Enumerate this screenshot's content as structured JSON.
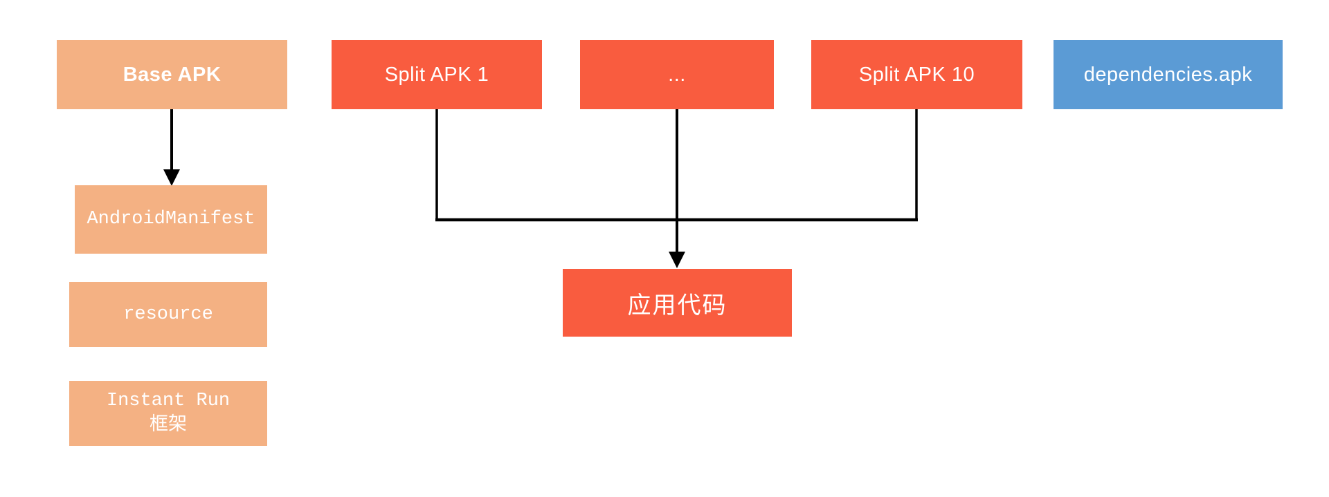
{
  "colors": {
    "base_box": "#F4B183",
    "split_box": "#F95C3F",
    "dependencies_box": "#5B9BD5",
    "connector": "#000000",
    "label_text": "#FFFFFF"
  },
  "diagram": {
    "top_row": [
      {
        "label": "Base APK"
      },
      {
        "label": "Split APK 1"
      },
      {
        "label": "..."
      },
      {
        "label": "Split APK 10"
      },
      {
        "label": "dependencies.apk"
      }
    ],
    "base_apk_parts": [
      {
        "label": "AndroidManifest"
      },
      {
        "label": "resource"
      },
      {
        "label": "Instant Run\n框架"
      }
    ],
    "merge_target": {
      "label": "应用代码"
    }
  }
}
